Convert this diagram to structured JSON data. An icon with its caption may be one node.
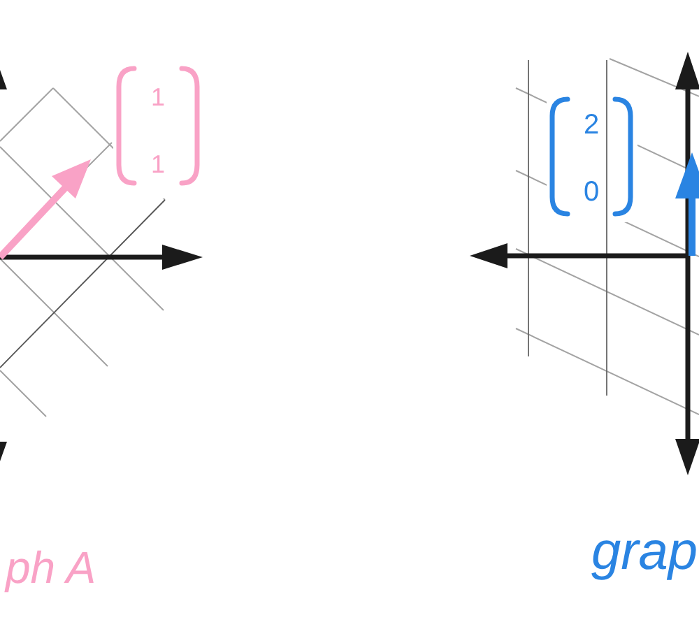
{
  "diagram": {
    "labels": [
      "1",
      "1",
      "2",
      "0",
      "ph A",
      "grap"
    ]
  }
}
